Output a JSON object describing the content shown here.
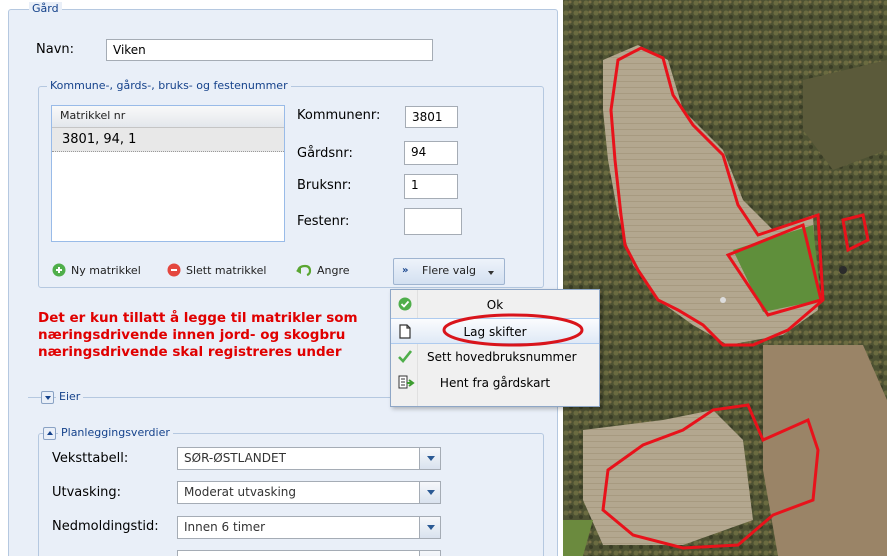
{
  "form": {
    "group_title": "Gård",
    "name_label": "Navn:",
    "name_value": "Viken",
    "matrikkel_group_title": "Kommune-, gårds-, bruks- og festenummer",
    "grid_header": "Matrikkel nr",
    "grid_rows": [
      "3801, 94, 1"
    ],
    "kommunenr_label": "Kommunenr:",
    "kommunenr_value": "3801",
    "gardsnr_label": "Gårdsnr:",
    "gardsnr_value": "94",
    "bruksnr_label": "Bruksnr:",
    "bruksnr_value": "1",
    "festenr_label": "Festenr:",
    "festenr_value": ""
  },
  "toolbar": {
    "add_label": "Ny matrikkel",
    "delete_label": "Slett matrikkel",
    "undo_label": "Angre",
    "more_label": "Flere valg"
  },
  "warning": {
    "line1": "Det er kun tillatt å legge til matrikler som",
    "line2": "næringsdrivende innen jord- og skogbru",
    "line3": "næringsdrivende skal registreres under"
  },
  "menu": {
    "items": [
      "Ok",
      "Lag skifter",
      "Sett hovedbruksnummer",
      "Hent fra gårdskart"
    ]
  },
  "sections": {
    "eier_title": "Eier",
    "plan_title": "Planleggingsverdier",
    "veksttabell_label": "Veksttabell:",
    "veksttabell_value": "SØR-ØSTLANDET",
    "utvasking_label": "Utvasking:",
    "utvasking_value": "Moderat utvasking",
    "nedmolding_label": "Nedmoldingstid:",
    "nedmolding_value": "Innen 6 timer"
  },
  "colors": {
    "warning_text": "#e00000",
    "highlight_ellipse": "#d9141b",
    "field_outline": "#e8121b",
    "panel_bg": "#e9eff8"
  }
}
